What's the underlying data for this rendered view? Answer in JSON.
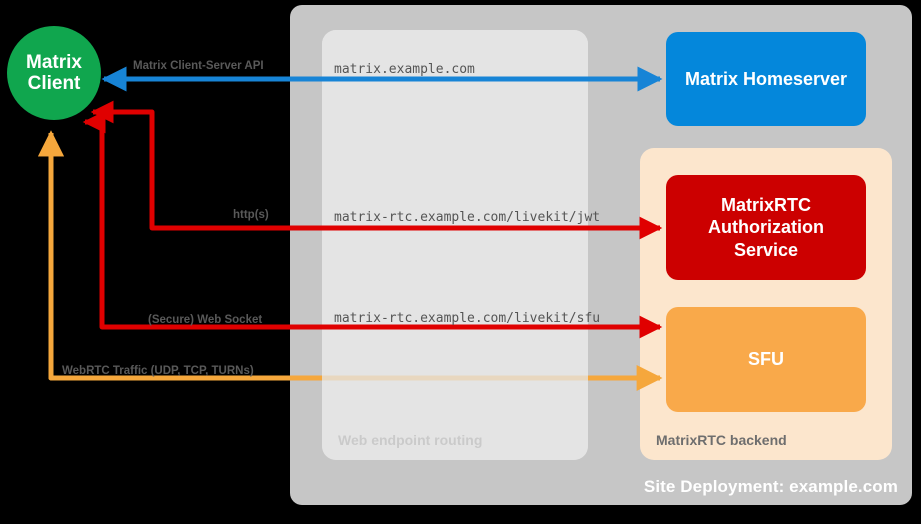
{
  "diagram": {
    "title": "MatrixRTC deployment architecture",
    "site": {
      "label": "Site Deployment: example.com",
      "color": "#c6c6c6"
    },
    "web_endpoint_routing": {
      "label": "Web endpoint routing",
      "color": "#e4e4e4",
      "endpoints": [
        "matrix.example.com",
        "matrix-rtc.example.com/livekit/jwt",
        "matrix-rtc.example.com/livekit/sfu"
      ]
    },
    "matrixrtc_backend": {
      "label": "MatrixRTC backend",
      "color": "#fce6cd"
    },
    "nodes": {
      "client": {
        "label": "Matrix\nClient",
        "line1": "Matrix",
        "line2": "Client",
        "color": "#10a64e"
      },
      "homeserver": {
        "label": "Matrix Homeserver",
        "color": "#0487db"
      },
      "auth_service": {
        "label": "MatrixRTC Authorization Service",
        "line1": "MatrixRTC",
        "line2": "Authorization",
        "line3": "Service",
        "color": "#cc0000"
      },
      "sfu": {
        "label": "SFU",
        "color": "#f9a94a"
      }
    },
    "connections": [
      {
        "id": "cs-api",
        "label": "Matrix Client-Server API",
        "color": "#1784d6",
        "endpoint": "matrix.example.com"
      },
      {
        "id": "https",
        "label": "http(s)",
        "color": "#e00000",
        "endpoint": "matrix-rtc.example.com/livekit/jwt"
      },
      {
        "id": "websocket",
        "label": "(Secure) Web Socket",
        "color": "#e00000",
        "endpoint": "matrix-rtc.example.com/livekit/sfu"
      },
      {
        "id": "webrtc",
        "label": "WebRTC Traffic (UDP, TCP, TURNs)",
        "color": "#f5a73c",
        "endpoint": ""
      }
    ]
  }
}
